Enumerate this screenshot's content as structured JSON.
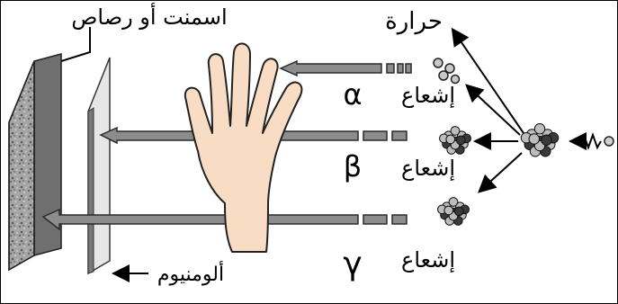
{
  "labels": {
    "heat": "حرارة",
    "concrete_lead": "اسمنت أو رصاص",
    "alpha_word": "إشعاع",
    "alpha_symbol": "α",
    "beta_word": "إشعاع",
    "beta_symbol": "β",
    "gamma_word": "إشعاع",
    "gamma_symbol": "γ",
    "aluminum": "ألومنيوم"
  },
  "colors": {
    "beam": "#8c8c8c",
    "beam_outline": "#2a2a2a",
    "skin": "#f8dcc4",
    "concrete": "#9a9a9a",
    "aluminum": "#e8e8e8",
    "nucleus_dark": "#3a3a3a",
    "nucleus_light": "#bdbdbd"
  },
  "icons": [
    "concrete-block-icon",
    "aluminum-sheet-icon",
    "hand-icon",
    "nucleus-icon",
    "neutron-wave-icon",
    "alpha-particle-icon"
  ]
}
